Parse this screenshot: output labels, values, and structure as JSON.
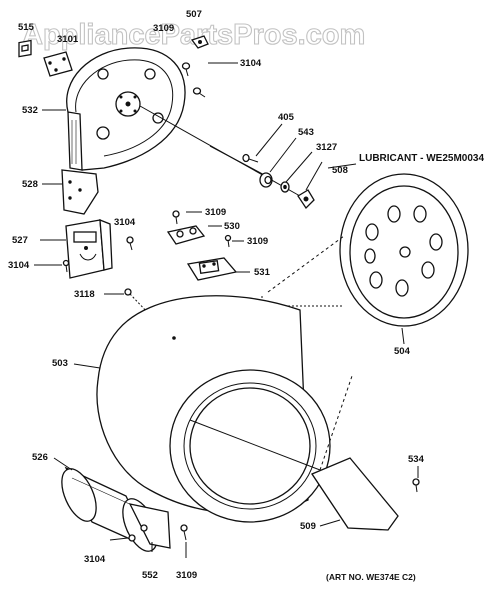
{
  "watermark": "AppliancePartsPros.com",
  "note_lubricant": "LUBRICANT - WE25M0034",
  "art_number": "(ART NO. WE374E C2)",
  "labels": {
    "p515": "515",
    "p3101": "3101",
    "p3109_top": "3109",
    "p507": "507",
    "p3104_top": "3104",
    "p532": "532",
    "p405": "405",
    "p543": "543",
    "p3127": "3127",
    "p508": "508",
    "p528": "528",
    "p3109_mid": "3109",
    "p530": "530",
    "p3109_mid2": "3109",
    "p527": "527",
    "p3104_mid": "3104",
    "p3104_left": "3104",
    "p531": "531",
    "p3118": "3118",
    "p503": "503",
    "p504": "504",
    "p526": "526",
    "p534": "534",
    "p509": "509",
    "p3104_bot": "3104",
    "p552": "552",
    "p3109_bot": "3109"
  }
}
